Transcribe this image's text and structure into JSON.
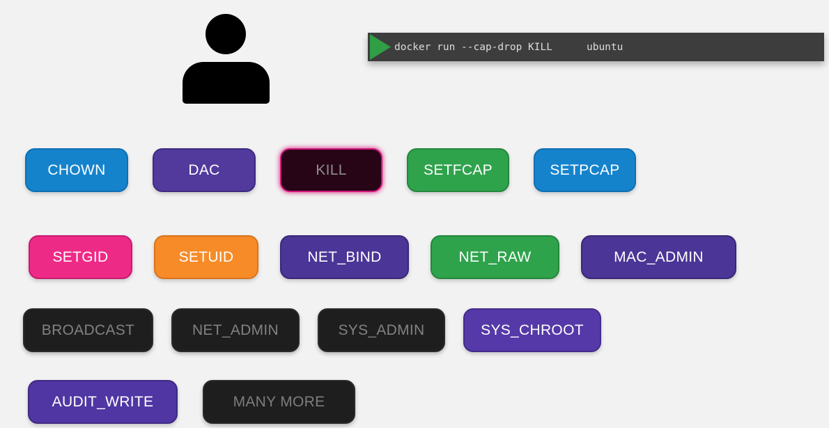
{
  "background_color": "#f2f2f2",
  "person_icon_color": "#000000",
  "terminal": {
    "command": "docker run --cap-drop KILL",
    "image_name": "ubuntu",
    "bg_color": "#3d3d3d",
    "text_color": "#dcdcdc",
    "play_icon_color": "#2f9e44"
  },
  "capabilities": {
    "rows": [
      {
        "badges": [
          {
            "label": "CHOWN",
            "state": "granted",
            "bg": "#1583cc",
            "border": "#0e6fb2",
            "fg": "#ffffff"
          },
          {
            "label": "DAC",
            "state": "granted",
            "bg": "#523a9d",
            "border": "#3e2b80",
            "fg": "#ffffff"
          },
          {
            "label": "KILL",
            "state": "dropped",
            "bg": "#270516",
            "border": "#d0177c",
            "fg": "#8e8e8e"
          },
          {
            "label": "SETFCAP",
            "state": "granted",
            "bg": "#2fa34c",
            "border": "#23873c",
            "fg": "#ffffff"
          },
          {
            "label": "SETPCAP",
            "state": "granted",
            "bg": "#1583cc",
            "border": "#0e6fb2",
            "fg": "#ffffff"
          }
        ]
      },
      {
        "badges": [
          {
            "label": "SETGID",
            "state": "granted",
            "bg": "#ee2a87",
            "border": "#c71b6e",
            "fg": "#ffffff"
          },
          {
            "label": "SETUID",
            "state": "granted",
            "bg": "#f68b28",
            "border": "#d9731a",
            "fg": "#ffffff"
          },
          {
            "label": "NET_BIND",
            "state": "granted",
            "bg": "#4b3596",
            "border": "#3a2778",
            "fg": "#ffffff"
          },
          {
            "label": "NET_RAW",
            "state": "granted",
            "bg": "#2fa34c",
            "border": "#23873c",
            "fg": "#ffffff"
          },
          {
            "label": "MAC_ADMIN",
            "state": "granted",
            "bg": "#4b3596",
            "border": "#3a2778",
            "fg": "#ffffff"
          }
        ]
      },
      {
        "badges": [
          {
            "label": "BROADCAST",
            "state": "inactive",
            "bg": "#1e1e1e",
            "border": "#2a2a2a",
            "fg": "#828282"
          },
          {
            "label": "NET_ADMIN",
            "state": "inactive",
            "bg": "#1e1e1e",
            "border": "#2a2a2a",
            "fg": "#828282"
          },
          {
            "label": "SYS_ADMIN",
            "state": "inactive",
            "bg": "#1e1e1e",
            "border": "#2a2a2a",
            "fg": "#828282"
          },
          {
            "label": "SYS_CHROOT",
            "state": "granted",
            "bg": "#5539a8",
            "border": "#422c8a",
            "fg": "#ffffff"
          }
        ]
      },
      {
        "badges": [
          {
            "label": "AUDIT_WRITE",
            "state": "granted",
            "bg": "#5036a3",
            "border": "#3e2984",
            "fg": "#ffffff"
          },
          {
            "label": "MANY MORE",
            "state": "inactive",
            "bg": "#1e1e1e",
            "border": "#2a2a2a",
            "fg": "#7d7d7d"
          }
        ]
      }
    ]
  }
}
